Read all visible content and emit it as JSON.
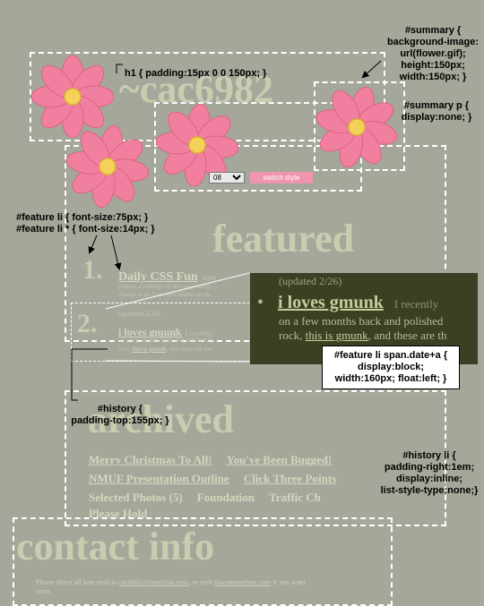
{
  "header": {
    "title": "~cac6982",
    "select_value": "08",
    "switch_label": "switch style"
  },
  "annotations": {
    "h1_rule": "h1 { padding:15px 0 0 150px; }",
    "summary_rule": [
      "#summary {",
      "background-image:",
      "url(flower.gif);",
      "height:150px;",
      "width:150px; }"
    ],
    "summary_p_rule": [
      "#summary p {",
      "display:none; }"
    ],
    "feature_li_rule": [
      "#feature li { font-size:75px;  }",
      "#feature li * { font-size:14px; }"
    ],
    "feature_span_rule": [
      "#feature li span.date+a {",
      "display:block;",
      "width:160px; float:left; }"
    ],
    "history_rule": [
      "#history {",
      "padding-top:155px;  }"
    ],
    "history_li_rule": [
      "#history li {",
      "padding-right:1em;",
      "display:inline;",
      "list-style-type:none;}"
    ]
  },
  "featured": {
    "heading": "featured",
    "item1": {
      "number": "1.",
      "link": "Daily CSS Fun",
      "text1": "Style",
      "text2": "posting a redesign of this page using",
      "text3": "change it all. Post style sheets can be"
    },
    "item2": {
      "number": "2.",
      "date": "(updated 2/26)",
      "link": "i loves gmunk",
      "text1": "I recently",
      "text2": "on a few months back and polished it",
      "text3": "rock,",
      "text3_link": "this is gmunk",
      "text3_end": ", and these are the"
    },
    "zoom": {
      "date": "(updated 2/26)",
      "bullet": "•",
      "link": "i loves gmunk",
      "text1": "I recently",
      "text2": "on a few months back and polished",
      "text3": "rock, ",
      "text3_link": "this is gmunk",
      "text3_end": ", and these are th"
    }
  },
  "archived": {
    "heading": "archived",
    "links": [
      "Merry Christmas To All!",
      "You've Been Bugged!",
      "NMUF Presentation Outline",
      "Click Three Points",
      "Selected Photos (5)",
      "Foundation",
      "Traffic Ch",
      "Please Hold"
    ]
  },
  "contact": {
    "heading": "contact info",
    "text_start": "Please direct all hate mail to ",
    "email": "cac6982@neurulist.com",
    "text_mid": ", or visit ",
    "site": "placenamehere.com",
    "text_end": " if you want",
    "text_line2": "more."
  },
  "colors": {
    "background": "#a5a79a",
    "heading": "#c9cdb0",
    "flower": "#f07fa0",
    "flower_center": "#f4d257",
    "zoom_box": "#3c3f22",
    "switch_button": "#f095b0"
  }
}
